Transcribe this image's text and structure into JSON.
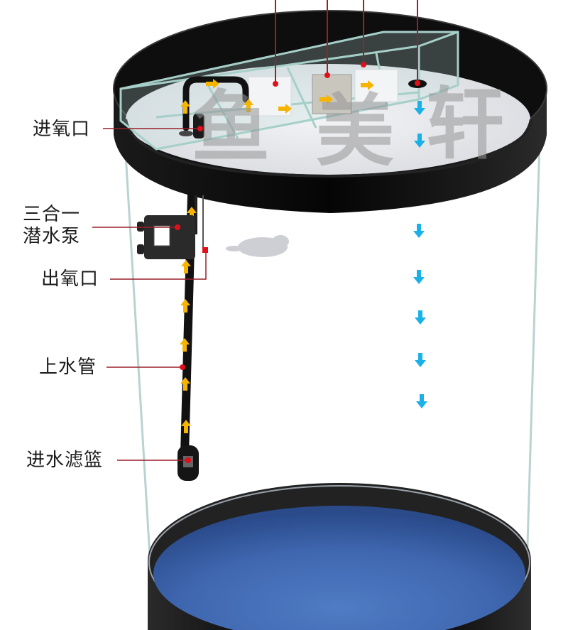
{
  "diagram": {
    "subject": "aquarium top filter system with submersible pump",
    "colors": {
      "tank_rim": "#111111",
      "glass_edge": "#b9d3d0",
      "water_base": "#4a6fb5",
      "flow_arrow_up": "#f5b400",
      "flow_arrow_down": "#1ab0e8",
      "callout_line": "#9a1f2a",
      "callout_dot": "#e0101a"
    },
    "labels": [
      {
        "id": "air_inlet",
        "text": "进氧口"
      },
      {
        "id": "pump_line1",
        "text": "三合一"
      },
      {
        "id": "pump_line2",
        "text": "潜水泵"
      },
      {
        "id": "air_outlet",
        "text": "出氧口"
      },
      {
        "id": "water_pipe",
        "text": "上水管"
      },
      {
        "id": "intake_strainer",
        "text": "进水滤篮"
      }
    ],
    "watermark": [
      "鱼",
      "美",
      "轩"
    ],
    "top_callouts_count": 4,
    "down_arrows_count": 7
  }
}
